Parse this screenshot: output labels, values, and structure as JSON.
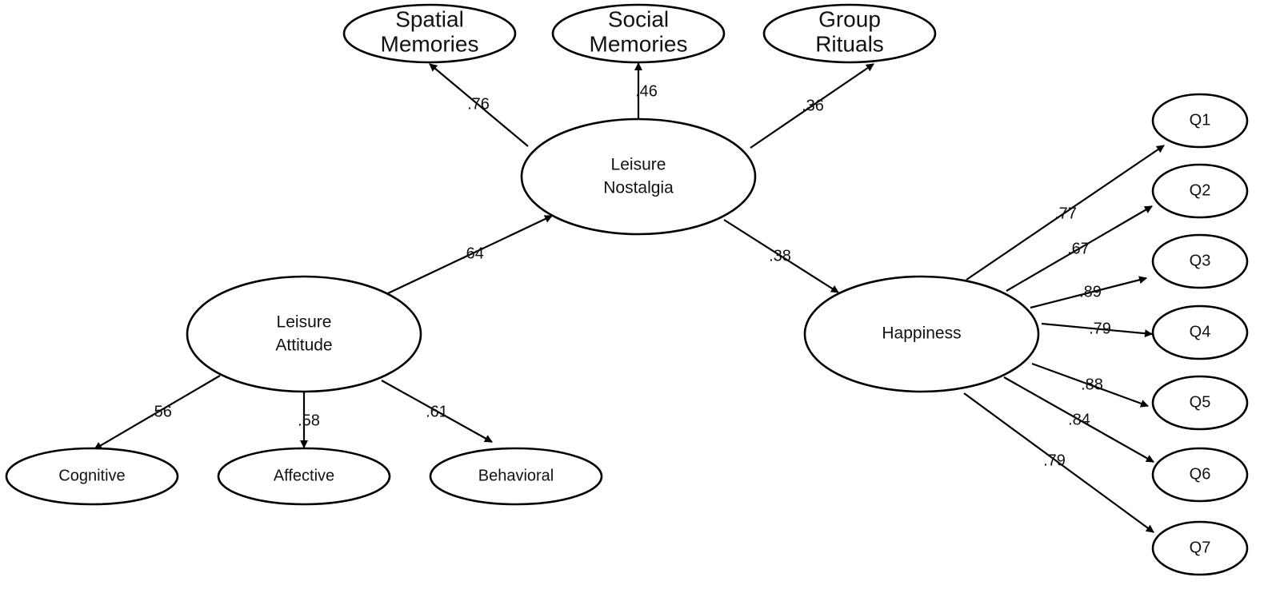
{
  "nodes": {
    "spatial_memories": [
      "Spatial",
      "Memories"
    ],
    "social_memories": [
      "Social",
      "Memories"
    ],
    "group_rituals": [
      "Group",
      "Rituals"
    ],
    "leisure_nostalgia": [
      "Leisure",
      "Nostalgia"
    ],
    "leisure_attitude": [
      "Leisure",
      "Attitude"
    ],
    "happiness": [
      "Happiness"
    ],
    "cognitive": [
      "Cognitive"
    ],
    "affective": [
      "Affective"
    ],
    "behavioral": [
      "Behavioral"
    ],
    "q1": [
      "Q1"
    ],
    "q2": [
      "Q2"
    ],
    "q3": [
      "Q3"
    ],
    "q4": [
      "Q4"
    ],
    "q5": [
      "Q5"
    ],
    "q6": [
      "Q6"
    ],
    "q7": [
      "Q7"
    ]
  },
  "edges": [
    {
      "id": "nostalgia-to-spatial",
      "from": "leisure_nostalgia",
      "to": "spatial_memories",
      "label": ".76"
    },
    {
      "id": "nostalgia-to-social",
      "from": "leisure_nostalgia",
      "to": "social_memories",
      "label": ".46"
    },
    {
      "id": "nostalgia-to-rituals",
      "from": "leisure_nostalgia",
      "to": "group_rituals",
      "label": ".36"
    },
    {
      "id": "attitude-to-nostalgia",
      "from": "leisure_attitude",
      "to": "leisure_nostalgia",
      "label": ".64"
    },
    {
      "id": "nostalgia-to-happiness",
      "from": "leisure_nostalgia",
      "to": "happiness",
      "label": ".38"
    },
    {
      "id": "attitude-to-cognitive",
      "from": "leisure_attitude",
      "to": "cognitive",
      "label": ".56"
    },
    {
      "id": "attitude-to-affective",
      "from": "leisure_attitude",
      "to": "affective",
      "label": ".58"
    },
    {
      "id": "attitude-to-behavioral",
      "from": "leisure_attitude",
      "to": "behavioral",
      "label": ".61"
    },
    {
      "id": "happiness-to-q1",
      "from": "happiness",
      "to": "q1",
      "label": ".77"
    },
    {
      "id": "happiness-to-q2",
      "from": "happiness",
      "to": "q2",
      "label": ".67"
    },
    {
      "id": "happiness-to-q3",
      "from": "happiness",
      "to": "q3",
      "label": ".89"
    },
    {
      "id": "happiness-to-q4",
      "from": "happiness",
      "to": "q4",
      "label": ".79"
    },
    {
      "id": "happiness-to-q5",
      "from": "happiness",
      "to": "q5",
      "label": ".88"
    },
    {
      "id": "happiness-to-q6",
      "from": "happiness",
      "to": "q6",
      "label": ".84"
    },
    {
      "id": "happiness-to-q7",
      "from": "happiness",
      "to": "q7",
      "label": ".79"
    }
  ]
}
